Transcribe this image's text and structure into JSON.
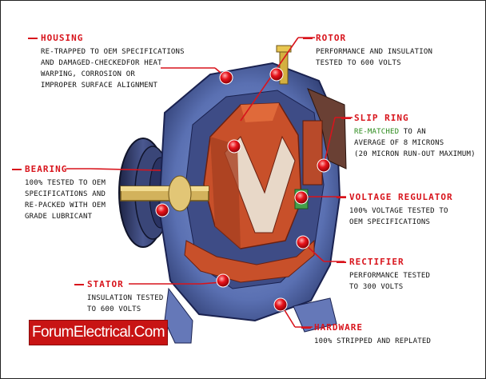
{
  "labels": {
    "housing": {
      "title": "HOUSING",
      "lines": [
        "RE-TRAPPED TO OEM SPECIFICATIONS",
        "AND DAMAGED-CHECKEDFOR HEAT",
        "WARPING, CORROSION OR",
        "IMPROPER SURFACE ALIGNMENT"
      ]
    },
    "rotor": {
      "title": "ROTOR",
      "lines": [
        "PERFORMANCE AND INSULATION",
        "TESTED TO 600 VOLTS"
      ]
    },
    "slip_ring": {
      "title": "SLIP RING",
      "highlight": "RE-MATCHED",
      "lines": [
        " TO AN",
        "AVERAGE OF 8 MICRONS",
        "(20 MICRON RUN-OUT MAXIMUM)"
      ]
    },
    "bearing": {
      "title": "BEARING",
      "lines": [
        "100% TESTED TO OEM",
        "SPECIFICATIONS AND",
        "RE-PACKED WITH OEM",
        "GRADE LUBRICANT"
      ]
    },
    "voltage_regulator": {
      "title": "VOLTAGE REGULATOR",
      "lines": [
        "100% VOLTAGE TESTED TO",
        "OEM SPECIFICATIONS"
      ]
    },
    "rectifier": {
      "title": "RECTIFIER",
      "lines": [
        "PERFORMANCE TESTED",
        "TO 300 VOLTS"
      ]
    },
    "stator": {
      "title": "STATOR",
      "lines": [
        "INSULATION TESTED",
        "TO 600 VOLTS"
      ]
    },
    "hardware": {
      "title": "HARDWARE",
      "lines": [
        "100% STRIPPED AND REPLATED"
      ]
    }
  },
  "brand": "ForumElectrical.Com",
  "colors": {
    "accent": "#d8141c",
    "highlight": "#2c8a1c",
    "housing": "#5c74b8",
    "copper": "#c8502a",
    "brand_bg": "#c81414"
  }
}
